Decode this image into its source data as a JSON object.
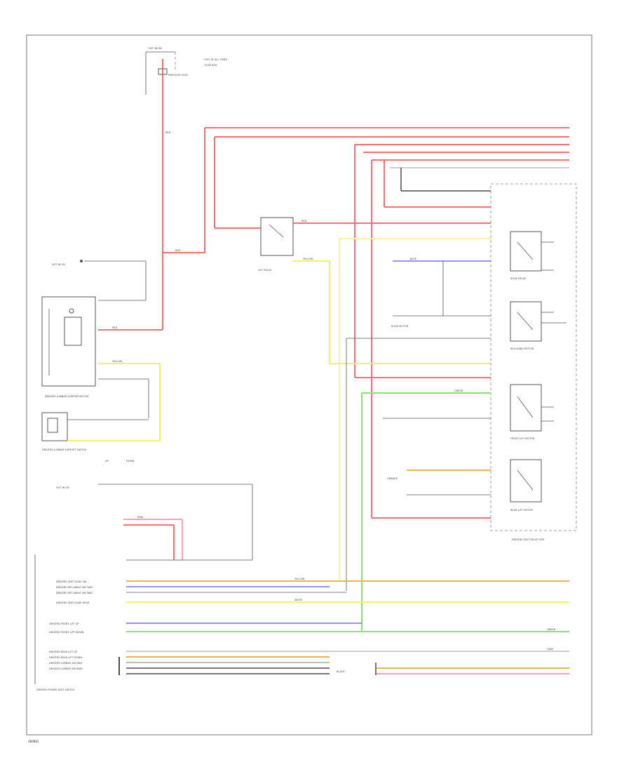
{
  "diagram": {
    "footer_code": "A89881",
    "colors": {
      "red": "#ff6f6f",
      "pink": "#ff9dbd",
      "yellow": "#f5ef6a",
      "light_yellow": "#f8f2a8",
      "orange": "#f6b04e",
      "green": "#8fe07b",
      "blue": "#7070f0",
      "gray": "#bdbdbd",
      "dark": "#4a4a4a",
      "wire_black": "#555555"
    },
    "labels": {
      "hot_in_on": "HOT IN ON",
      "hot_at_all_times": "HOT AT ALL TIMES",
      "fuse_box": "FUSE BOX",
      "power_seat_fuse": "PWR SEAT FUSE",
      "red_wire": "RED",
      "lumbar_motor": "DRIVERS LUMBAR SUPPORT MOTOR",
      "lumbar_switch": "DRIVERS LUMBAR SUPPORT SWITCH",
      "up_label": "UP",
      "down_label": "DOWN",
      "seat_switch": "DRIVERS POWER SEAT SWITCH",
      "seat_relay_unit": "DRIVERS SEAT RELAY UNIT",
      "slide_motor": "SLIDE MOTOR",
      "reclining_motor": "RECLINING MOTOR",
      "front_lift_motor": "FRONT LIFT MOTOR",
      "rear_lift_motor": "REAR LIFT MOTOR",
      "lift_relay": "LIFT RELAY",
      "slide_relay": "SLIDE RELAY",
      "yellow_wire": "YELLOW",
      "green_wire": "GREEN",
      "white_wire": "WHITE",
      "black_wire": "BLACK",
      "orange_wire": "ORANGE",
      "blue_wire": "BLUE",
      "pink_wire": "PINK",
      "gray_wire": "GRAY",
      "switch_rows": [
        "DRIVERS SEAT SLIDE SW",
        "DRIVERS RECLINING SW FWD",
        "DRIVERS RECLINING SW RWD",
        "DRIVERS SEAT SLIDE REAR",
        "DRIVERS FRONT LIFT UP",
        "DRIVERS FRONT LIFT DOWN",
        "DRIVERS REAR LIFT UP",
        "DRIVERS REAR LIFT DOWN",
        "DRIVERS LUMBAR SW FWD",
        "DRIVERS LUMBAR SW RWD"
      ]
    }
  }
}
